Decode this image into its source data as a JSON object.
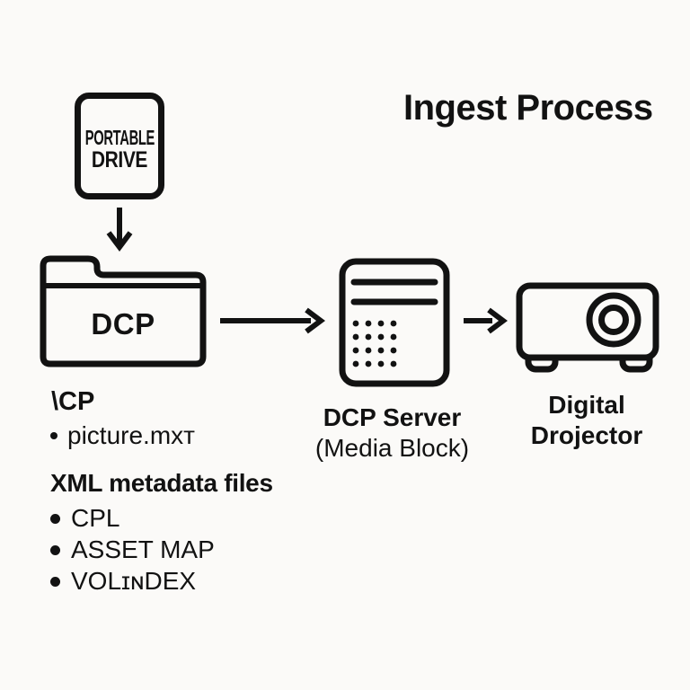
{
  "title": "Ingest Process",
  "colors": {
    "ink": "#121212",
    "background": "#fbfaf8"
  },
  "nodes": {
    "portable_drive": {
      "label_line1": "PORTABLE",
      "label_line2": "DRIVE"
    },
    "dcp_folder": {
      "label": "DCP"
    },
    "dcp_server": {
      "label": "DCP Server",
      "sublabel": "(Media Block)"
    },
    "projector": {
      "label_line1": "Digital",
      "label_line2": "Drojector"
    }
  },
  "folder_contents": {
    "heading": "\\CP",
    "items": [
      "picture.mxт"
    ]
  },
  "metadata_files": {
    "heading": "XML metadata files",
    "items": [
      "CPL",
      "ASSET MAP",
      "VOLɪɴDEX"
    ]
  },
  "icons": [
    "portable-drive-icon",
    "down-arrow-icon",
    "dcp-folder-icon",
    "right-arrow-icon",
    "dcp-server-icon",
    "digital-projector-icon"
  ]
}
